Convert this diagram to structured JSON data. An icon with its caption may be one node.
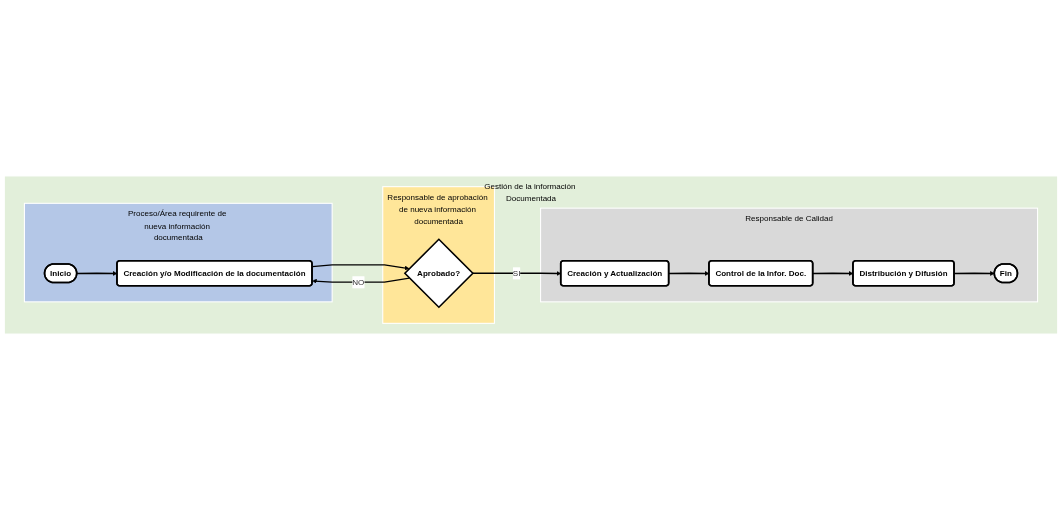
{
  "diagram": {
    "nodes": [
      {
        "text": [
          "Gestión de la información Documentada"
        ]
      },
      {
        "text": [
          "Proceso/Área requirente de nueva información documentada"
        ],
        "in": 0
      },
      {
        "text": [
          "Responsable de aprobación de nueva información documentada"
        ],
        "in": 0
      },
      {
        "text": [
          "Responsable de Calidad"
        ],
        "in": 0
      },
      {
        "text": [
          "Inicio"
        ],
        "in": 1
      },
      {
        "text": [
          "Creación y/o Modificación de la documentación"
        ],
        "in": 1
      },
      {
        "text": [
          "Aprobado?"
        ],
        "in": 2
      },
      {
        "text": [
          "Creación y Actualización"
        ],
        "in": 3
      },
      {
        "text": [
          "Control de la Infor. Doc."
        ],
        "in": 3
      },
      {
        "text": [
          "Distribución y Difusión"
        ],
        "in": 3
      },
      {
        "text": [
          "Fin"
        ],
        "in": 3
      }
    ],
    "edges": [
      {
        "from": 4,
        "to": 5,
        "arrow": "to"
      },
      {
        "from": 5,
        "to": 6,
        "arrow": "to"
      },
      {
        "from": 6,
        "to": 7,
        "label": "SI",
        "arrow": "to"
      },
      {
        "from": 6,
        "to": 5,
        "label": "NO",
        "arrow": "to"
      },
      {
        "from": 7,
        "to": 8,
        "arrow": "to"
      },
      {
        "from": 8,
        "to": 9,
        "arrow": "to"
      },
      {
        "from": 9,
        "to": 10,
        "arrow": "to"
      }
    ]
  }
}
